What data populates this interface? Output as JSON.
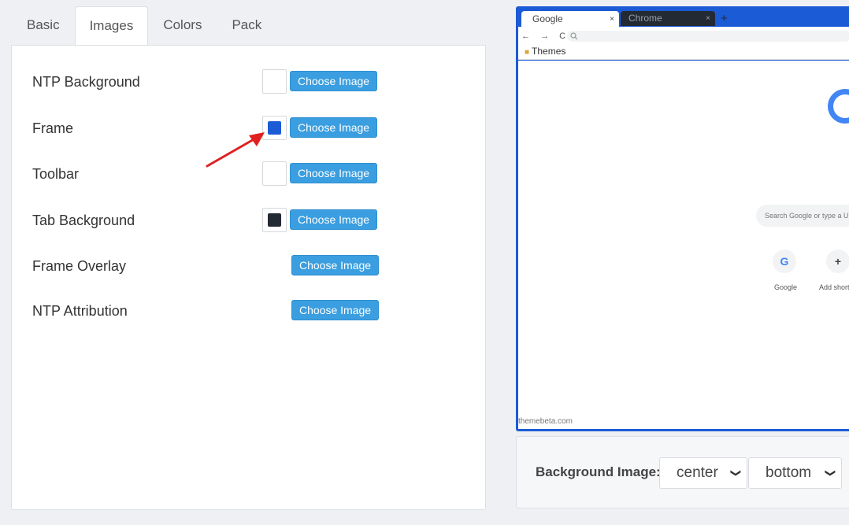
{
  "tabs": [
    {
      "label": "Basic",
      "active": false
    },
    {
      "label": "Images",
      "active": true
    },
    {
      "label": "Colors",
      "active": false
    },
    {
      "label": "Pack",
      "active": false
    }
  ],
  "rows": [
    {
      "label": "NTP Background",
      "swatch_color": "#ffffff",
      "button": "Choose Image"
    },
    {
      "label": "Frame",
      "swatch_color": "#1b5bd6",
      "button": "Choose Image"
    },
    {
      "label": "Toolbar",
      "swatch_color": "#ffffff",
      "button": "Choose Image"
    },
    {
      "label": "Tab Background",
      "swatch_color": "#242a33",
      "button": "Choose Image"
    },
    {
      "label": "Frame Overlay",
      "swatch_color": null,
      "button": "Choose Image"
    },
    {
      "label": "NTP Attribution",
      "swatch_color": null,
      "button": "Choose Image"
    }
  ],
  "annotation": {
    "arrow_color": "#e02020",
    "target": "frame-color-swatch"
  },
  "preview": {
    "tab_active": "Google",
    "tab_inactive": "Chrome",
    "tab_close": "×",
    "new_tab": "+",
    "nav_icons": "← → C",
    "omnibox_icon": "search-icon",
    "bookmark": "Themes",
    "search_placeholder": "Search Google or type a URL",
    "shortcut_google": "Google",
    "shortcut_add": "Add shortcut",
    "footer": "themebeta.com",
    "frame_color": "#1b5bd6"
  },
  "background_image": {
    "label": "Background Image:",
    "position_x": "center",
    "position_y": "bottom"
  },
  "colors": {
    "accent": "#3a9ee0"
  }
}
